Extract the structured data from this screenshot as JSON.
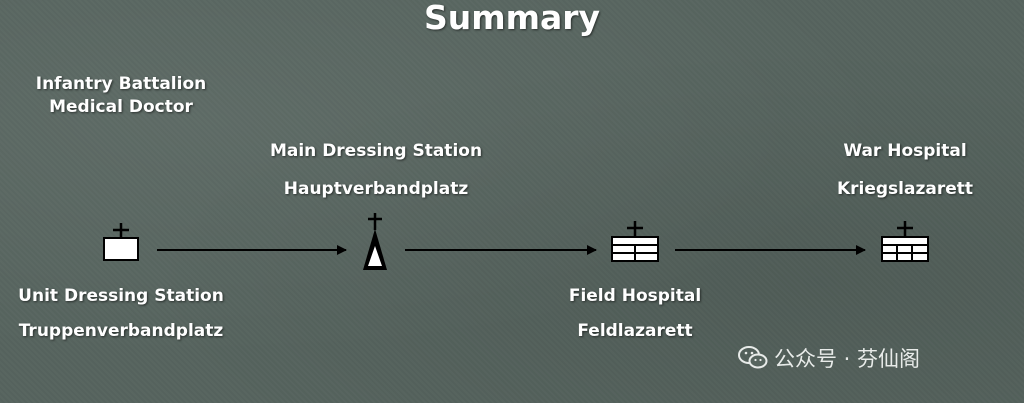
{
  "title": "Summary",
  "nodes": {
    "infantry": {
      "line1": "Infantry Battalion",
      "line2": "Medical Doctor"
    },
    "unit": {
      "line1": "Unit Dressing Station",
      "line2": "Truppenverbandplatz"
    },
    "main": {
      "line1": "Main Dressing Station",
      "line2": "Hauptverbandplatz"
    },
    "field": {
      "line1": "Field Hospital",
      "line2": "Feldlazarett"
    },
    "war": {
      "line1": "War Hospital",
      "line2": "Kriegslazarett"
    }
  },
  "watermark": {
    "text": "公众号 · 芬仙阁",
    "icon": "wechat-icon"
  },
  "colors": {
    "background": "#56645e",
    "text": "#ffffff",
    "symbol_fill": "#ffffff",
    "line": "#000000"
  }
}
